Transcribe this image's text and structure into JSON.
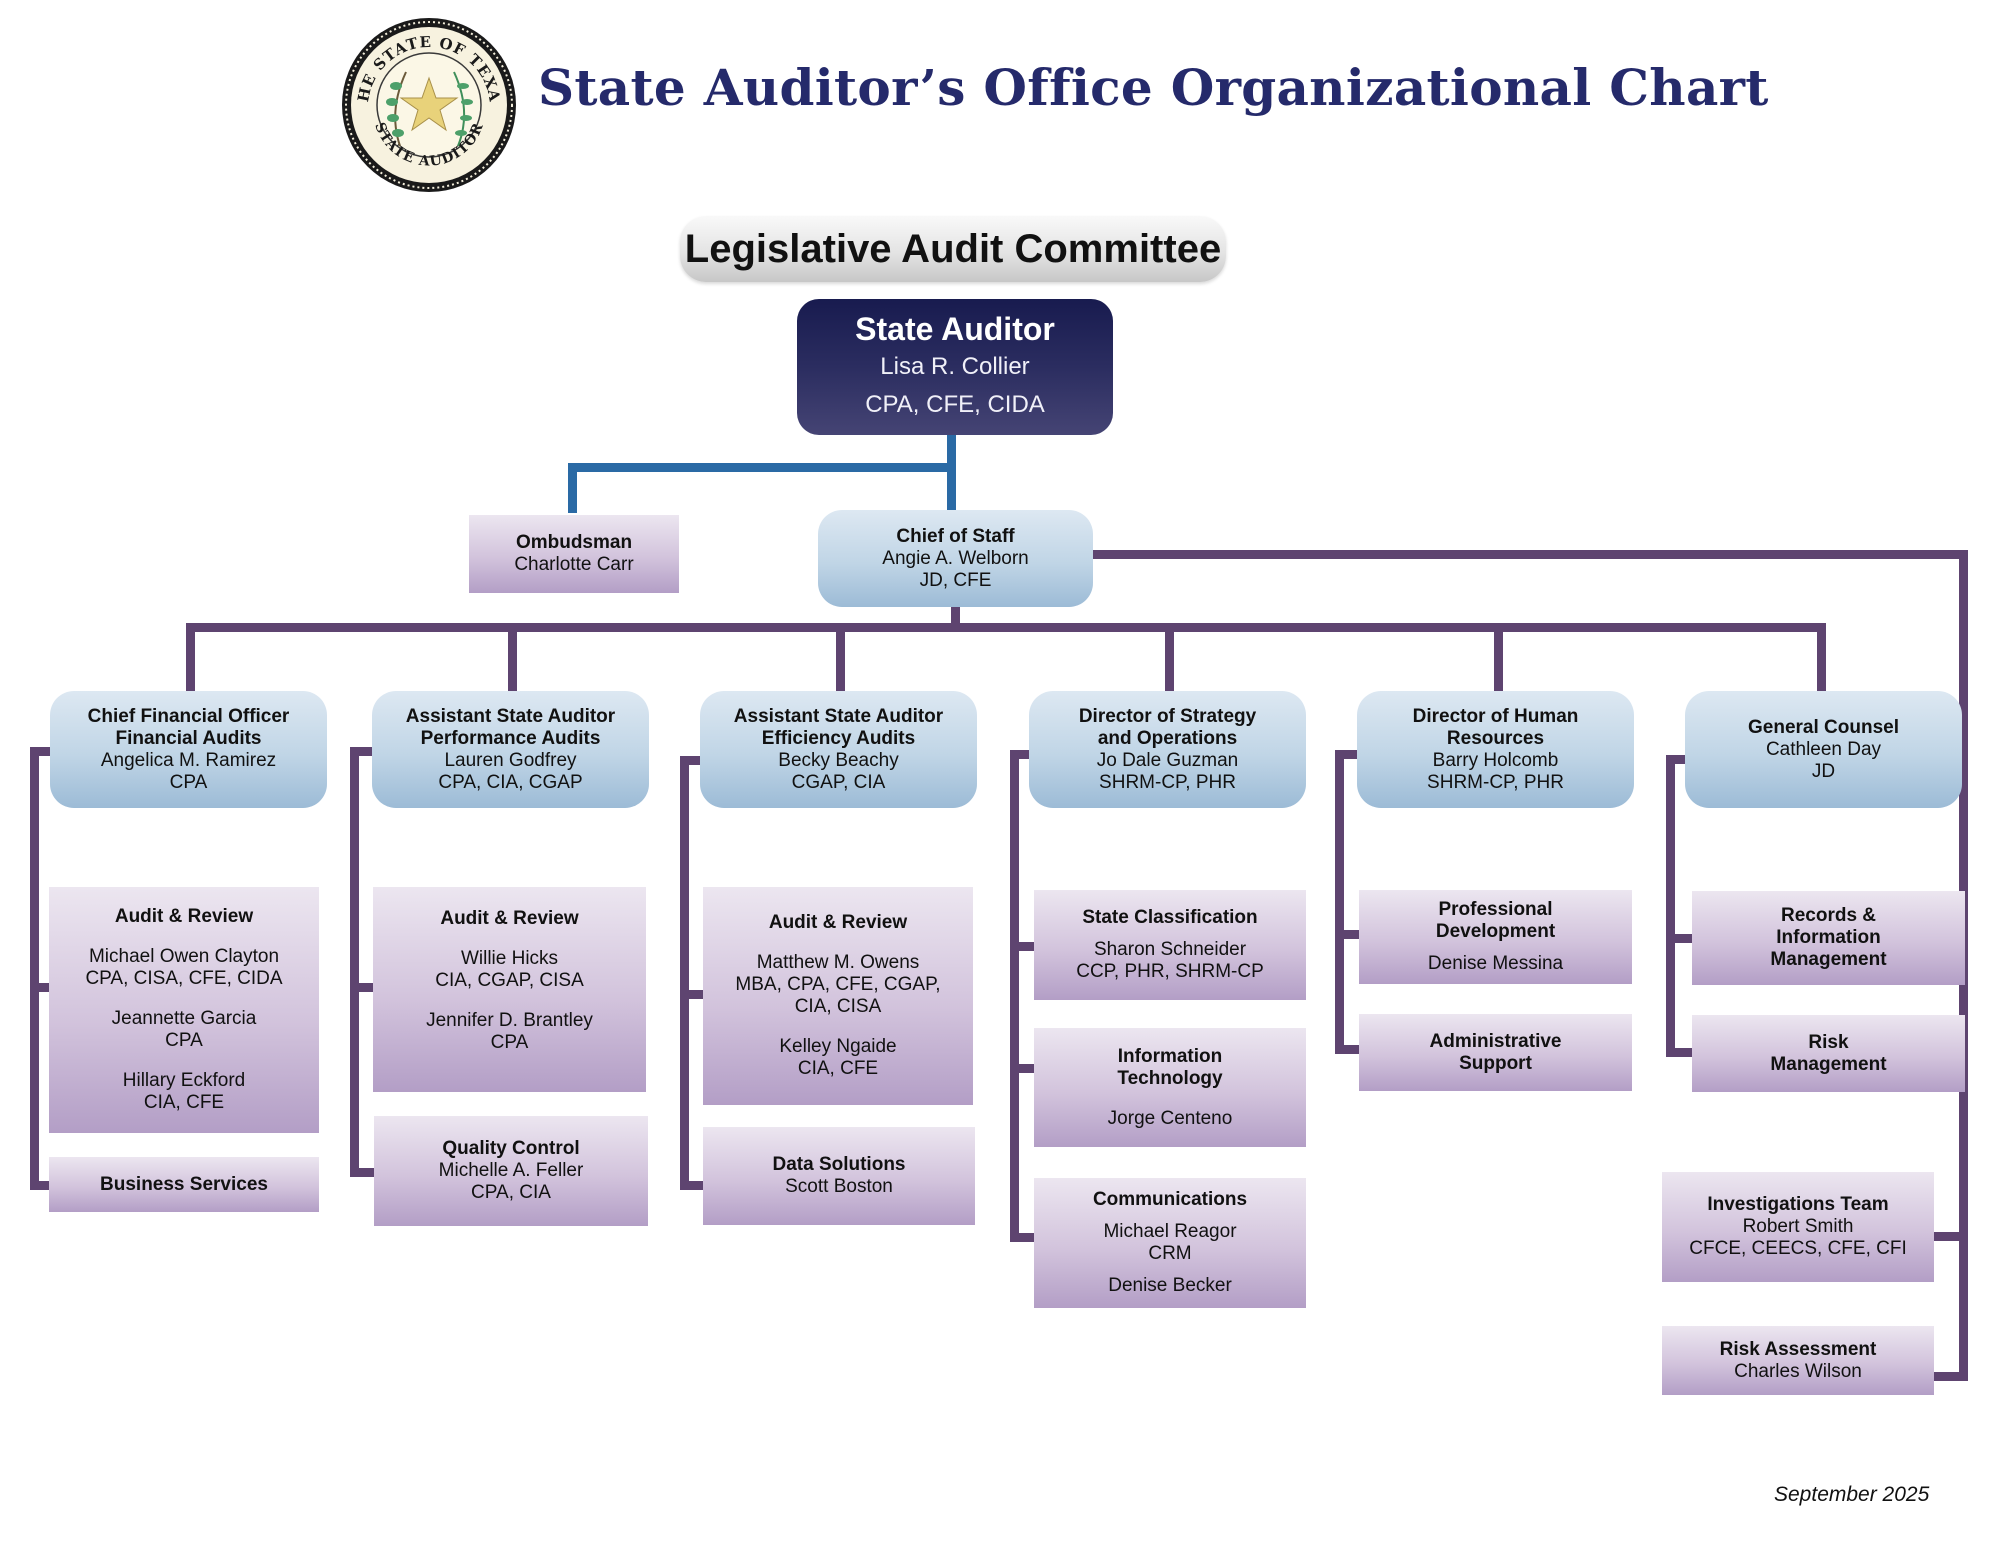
{
  "header": {
    "title": "State Auditor’s Office Organizational Chart",
    "seal": {
      "top_text": "THE STATE OF TEXAS",
      "bottom_text": "STATE AUDITOR",
      "icon": "star-seal-icon"
    }
  },
  "committee": {
    "label": "Legislative Audit Committee"
  },
  "state_auditor": {
    "title": "State Auditor",
    "name": "Lisa R. Collier",
    "credentials": "CPA, CFE, CIDA"
  },
  "ombudsman": {
    "title": "Ombudsman",
    "name": "Charlotte Carr"
  },
  "chief_of_staff": {
    "title": "Chief of Staff",
    "name": "Angie A. Welborn",
    "credentials": "JD, CFE"
  },
  "departments": [
    {
      "title_lines": [
        "Chief Financial Officer",
        "Financial Audits"
      ],
      "name": "Angelica M. Ramirez",
      "credentials": "CPA",
      "units": [
        {
          "title": "Audit & Review",
          "people": [
            {
              "name": "Michael Owen Clayton",
              "credentials": "CPA, CISA, CFE, CIDA"
            },
            {
              "name": "Jeannette Garcia",
              "credentials": "CPA"
            },
            {
              "name": "Hillary Eckford",
              "credentials": "CIA, CFE"
            }
          ]
        },
        {
          "title": "Business Services"
        }
      ]
    },
    {
      "title_lines": [
        "Assistant State Auditor",
        "Performance Audits"
      ],
      "name": "Lauren Godfrey",
      "credentials": "CPA, CIA, CGAP",
      "units": [
        {
          "title": "Audit & Review",
          "people": [
            {
              "name": "Willie Hicks",
              "credentials": "CIA, CGAP, CISA"
            },
            {
              "name": "Jennifer D. Brantley",
              "credentials": "CPA"
            }
          ]
        },
        {
          "title": "Quality Control",
          "people": [
            {
              "name": "Michelle A. Feller",
              "credentials": "CPA, CIA"
            }
          ]
        }
      ]
    },
    {
      "title_lines": [
        "Assistant State Auditor",
        "Efficiency Audits"
      ],
      "name": "Becky Beachy",
      "credentials": "CGAP, CIA",
      "units": [
        {
          "title": "Audit & Review",
          "people": [
            {
              "name": "Matthew M. Owens",
              "credentials_lines": [
                "MBA, CPA, CFE, CGAP,",
                "CIA, CISA"
              ]
            },
            {
              "name": "Kelley Ngaide",
              "credentials": "CIA, CFE"
            }
          ]
        },
        {
          "title": "Data Solutions",
          "people": [
            {
              "name": "Scott Boston"
            }
          ]
        }
      ]
    },
    {
      "title_lines": [
        "Director of Strategy",
        "and Operations"
      ],
      "name": "Jo Dale Guzman",
      "credentials": "SHRM-CP, PHR",
      "units": [
        {
          "title": "State Classification",
          "people": [
            {
              "name": "Sharon Schneider",
              "credentials": "CCP, PHR, SHRM-CP"
            }
          ]
        },
        {
          "title_lines": [
            "Information",
            "Technology"
          ],
          "people": [
            {
              "name": "Jorge Centeno"
            }
          ]
        },
        {
          "title": "Communications",
          "people": [
            {
              "name": "Michael Reagor",
              "credentials": "CRM"
            },
            {
              "name": "Denise Becker"
            }
          ]
        }
      ]
    },
    {
      "title_lines": [
        "Director of Human",
        "Resources"
      ],
      "name": "Barry Holcomb",
      "credentials": "SHRM-CP, PHR",
      "units": [
        {
          "title_lines": [
            "Professional",
            "Development"
          ],
          "people": [
            {
              "name": "Denise Messina"
            }
          ]
        },
        {
          "title_lines": [
            "Administrative",
            "Support"
          ]
        }
      ]
    },
    {
      "title_lines": [
        "General Counsel"
      ],
      "name": "Cathleen Day",
      "credentials": "JD",
      "units": [
        {
          "title_lines": [
            "Records &",
            "Information",
            "Management"
          ]
        },
        {
          "title_lines": [
            "Risk",
            "Management"
          ]
        }
      ]
    }
  ],
  "chief_of_staff_direct": [
    {
      "title": "Investigations Team",
      "name": "Robert Smith",
      "credentials": "CFCE, CEECS, CFE, CFI"
    },
    {
      "title": "Risk Assessment",
      "name": "Charles Wilson"
    }
  ],
  "footer": {
    "date": "September 2025"
  },
  "colors": {
    "title": "#252a6b",
    "auditor_box": "#2b2d60",
    "blue_connector": "#2a6aa5",
    "purple_connector": "#5e4470",
    "blue_box": "#c0d5e6",
    "purple_box": "#d2c3dc"
  }
}
